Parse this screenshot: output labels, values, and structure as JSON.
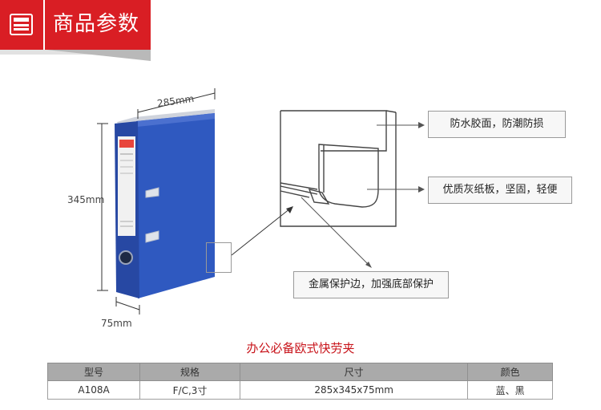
{
  "header": {
    "title": "商品参数",
    "icon": "document-icon",
    "accent_color": "#d91e24"
  },
  "illustration": {
    "dimensions": {
      "width": "285mm",
      "height": "345mm",
      "depth": "75mm"
    },
    "product_color": "#2d55b8",
    "callouts": [
      {
        "text": "防水胶面，防潮防损"
      },
      {
        "text": "优质灰纸板，坚固，轻便"
      },
      {
        "text": "金属保护边，加强底部保护"
      }
    ]
  },
  "spec": {
    "title": "办公必备欧式快劳夹",
    "headers": [
      "型号",
      "规格",
      "尺寸",
      "颜色"
    ],
    "rows": [
      [
        "A108A",
        "F/C,3寸",
        "285x345x75mm",
        "蓝、黑"
      ]
    ]
  }
}
